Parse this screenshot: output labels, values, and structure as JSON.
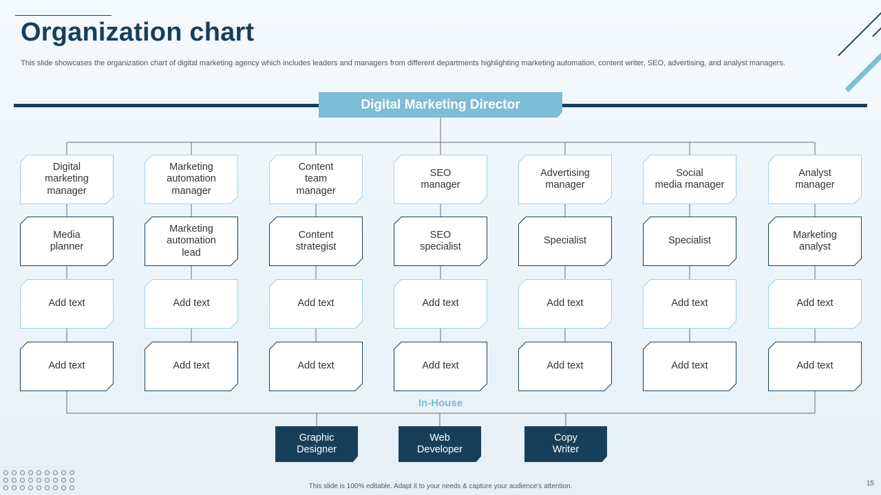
{
  "title": "Organization chart",
  "subtitle": "This slide showcases the organization chart of digital marketing agency which includes leaders and managers from different departments highlighting marketing automation, content writer, SEO,  advertising, and analyst managers.",
  "director": "Digital Marketing Director",
  "columns": [
    {
      "rows": [
        "Digital\nmarketing\nmanager",
        "Media\nplanner",
        "Add text",
        "Add text"
      ]
    },
    {
      "rows": [
        "Marketing\nautomation\nmanager",
        "Marketing\nautomation\nlead",
        "Add text",
        "Add text"
      ]
    },
    {
      "rows": [
        "Content\nteam\nmanager",
        "Content\nstrategist",
        "Add text",
        "Add text"
      ]
    },
    {
      "rows": [
        "SEO\nmanager",
        "SEO\nspecialist",
        "Add text",
        "Add text"
      ]
    },
    {
      "rows": [
        "Advertising\nmanager",
        "Specialist",
        "Add text",
        "Add text"
      ]
    },
    {
      "rows": [
        "Social\nmedia manager",
        "Specialist",
        "Add text",
        "Add text"
      ]
    },
    {
      "rows": [
        "Analyst\nmanager",
        "Marketing\nanalyst",
        "Add text",
        "Add text"
      ]
    }
  ],
  "in_house_label": "In-House",
  "in_house": [
    "Graphic\nDesigner",
    "Web\nDeveloper",
    "Copy\nWriter"
  ],
  "footer": "This slide is 100% editable.  Adapt it to your needs & capture your audience's attention.",
  "page_number": "15",
  "colors": {
    "dark_navy": "#173f5a",
    "light_blue": "#7dbdd6",
    "box_border_light": "#9fd0e6",
    "box_border_dark": "#173f5a"
  }
}
